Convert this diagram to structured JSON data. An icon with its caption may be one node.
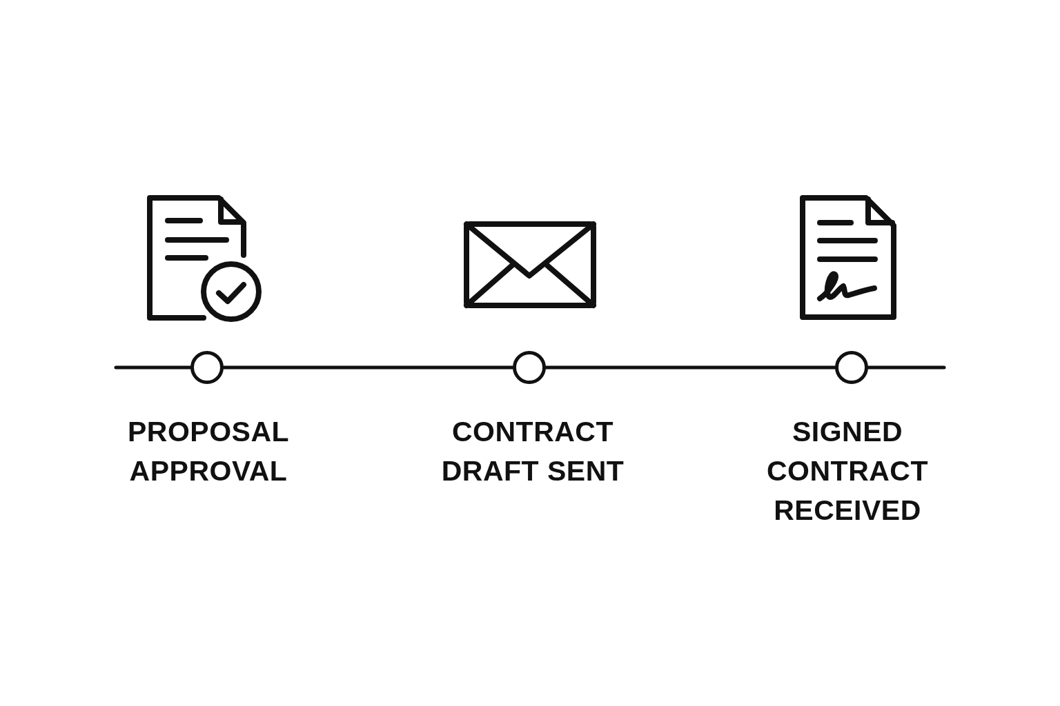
{
  "diagram": {
    "nodes": [
      {
        "text": [],
        "shape": "circle",
        "beside": [
          "PROPOSAL APPROVAL"
        ]
      },
      {
        "text": [],
        "shape": "circle",
        "beside": [
          "CONTRACT DRAFT SENT"
        ]
      },
      {
        "text": [],
        "shape": "circle",
        "beside": [
          "SIGNED CONTRACT RECEIVED"
        ]
      }
    ],
    "edges": [
      {
        "from": null,
        "to": 0,
        "arrow": "none"
      },
      {
        "from": 0,
        "to": 1,
        "arrow": "none"
      },
      {
        "from": 1,
        "to": 2,
        "arrow": "none"
      },
      {
        "from": 2,
        "to": null,
        "arrow": "none"
      }
    ]
  }
}
